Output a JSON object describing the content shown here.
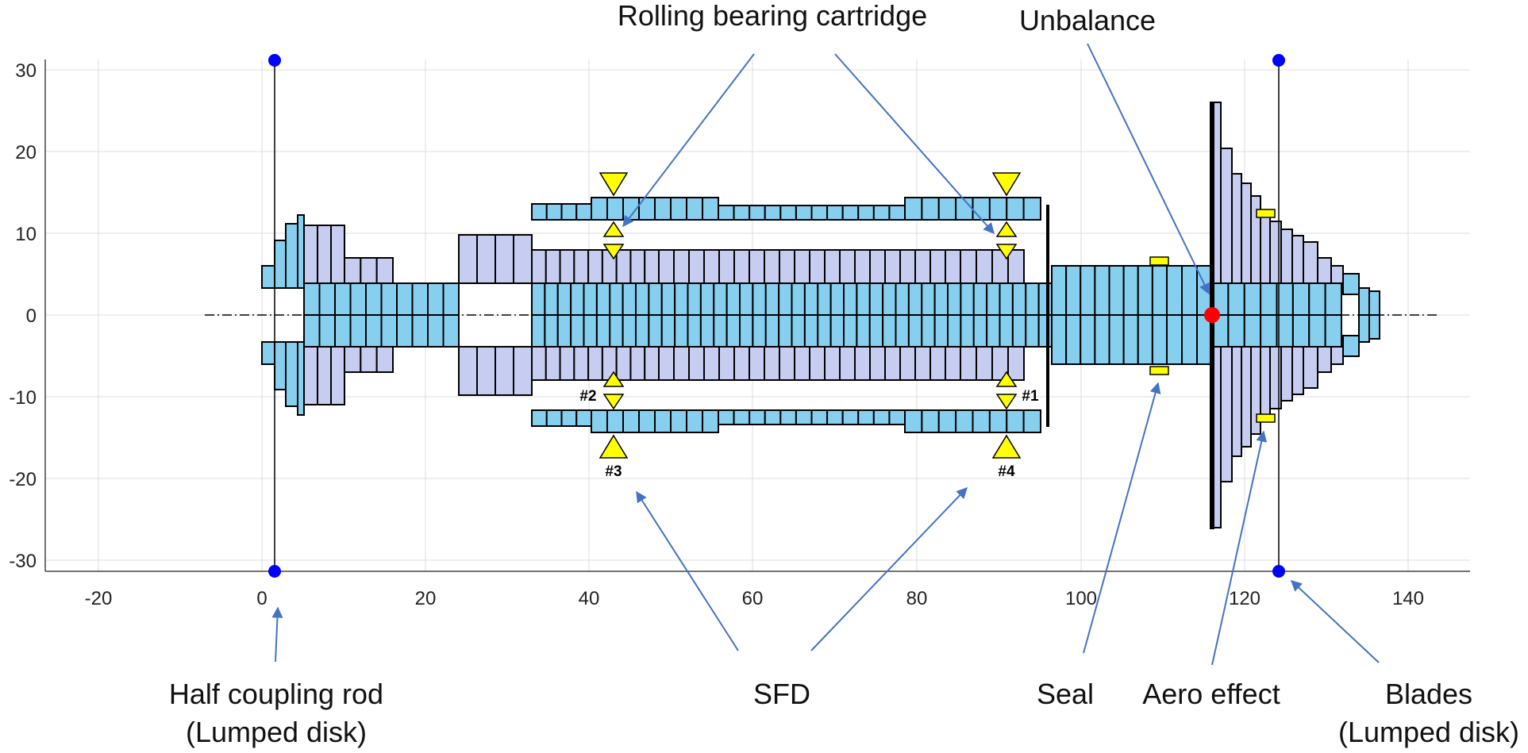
{
  "x_ticks": [
    "-20",
    "0",
    "20",
    "40",
    "60",
    "80",
    "100",
    "120",
    "140"
  ],
  "y_ticks": [
    "30",
    "20",
    "10",
    "0",
    "-10",
    "-20",
    "-30"
  ],
  "annotations": {
    "rolling_bearing_cartridge": "Rolling bearing cartridge",
    "unbalance": "Unbalance",
    "half_coupling_rod_line1": "Half coupling rod",
    "half_coupling_rod_line2": "(Lumped disk)",
    "sfd": "SFD",
    "seal": "Seal",
    "aero_effect": "Aero effect",
    "blades_line1": "Blades",
    "blades_line2": "(Lumped disk)"
  },
  "bearing_labels": {
    "b1": "#1",
    "b2": "#2",
    "b3": "#3",
    "b4": "#4"
  },
  "colors": {
    "shaft_fill": "#87cfee",
    "disk_fill": "#c6cdf0",
    "outline": "#000000",
    "bearing_fill": "#ffff00",
    "node_dot": "#0000ff",
    "unbalance_dot": "#ff0000",
    "arrow": "#4472c4",
    "grid": "#dcdcdc"
  }
}
